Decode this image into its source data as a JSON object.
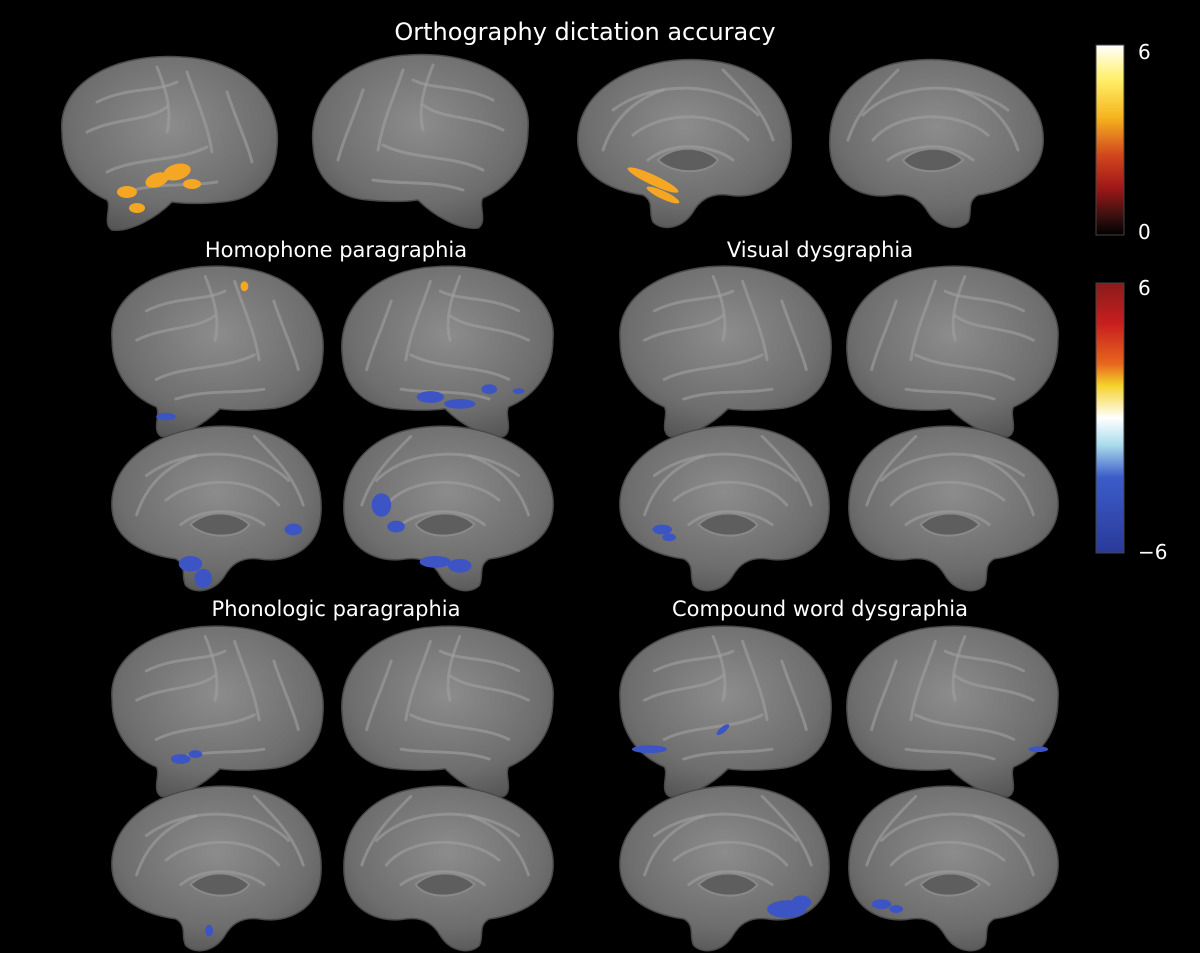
{
  "titles": {
    "main": "Orthography dictation accuracy",
    "homophone": "Homophone paragraphia",
    "visual": "Visual dysgraphia",
    "phonologic": "Phonologic paragraphia",
    "compound": "Compound word dysgraphia"
  },
  "colorbars": {
    "positive": {
      "max_label": "6",
      "min_label": "0",
      "stops": [
        "#ffffff",
        "#fff06a",
        "#f5b51e",
        "#d2461e",
        "#a01818",
        "#3a1010",
        "#000000"
      ]
    },
    "bipolar": {
      "max_label": "6",
      "min_label": "−6",
      "stops": [
        "#8a1c1c",
        "#c81e1e",
        "#e8661e",
        "#f5d22a",
        "#ffffff",
        "#a9dcec",
        "#3c5cc8",
        "#2a3a9a"
      ]
    }
  },
  "colors": {
    "background": "#000000",
    "cortex": "#7a7a7a",
    "activation_positive": "#f5a623",
    "activation_negative": "#3d55c4"
  }
}
